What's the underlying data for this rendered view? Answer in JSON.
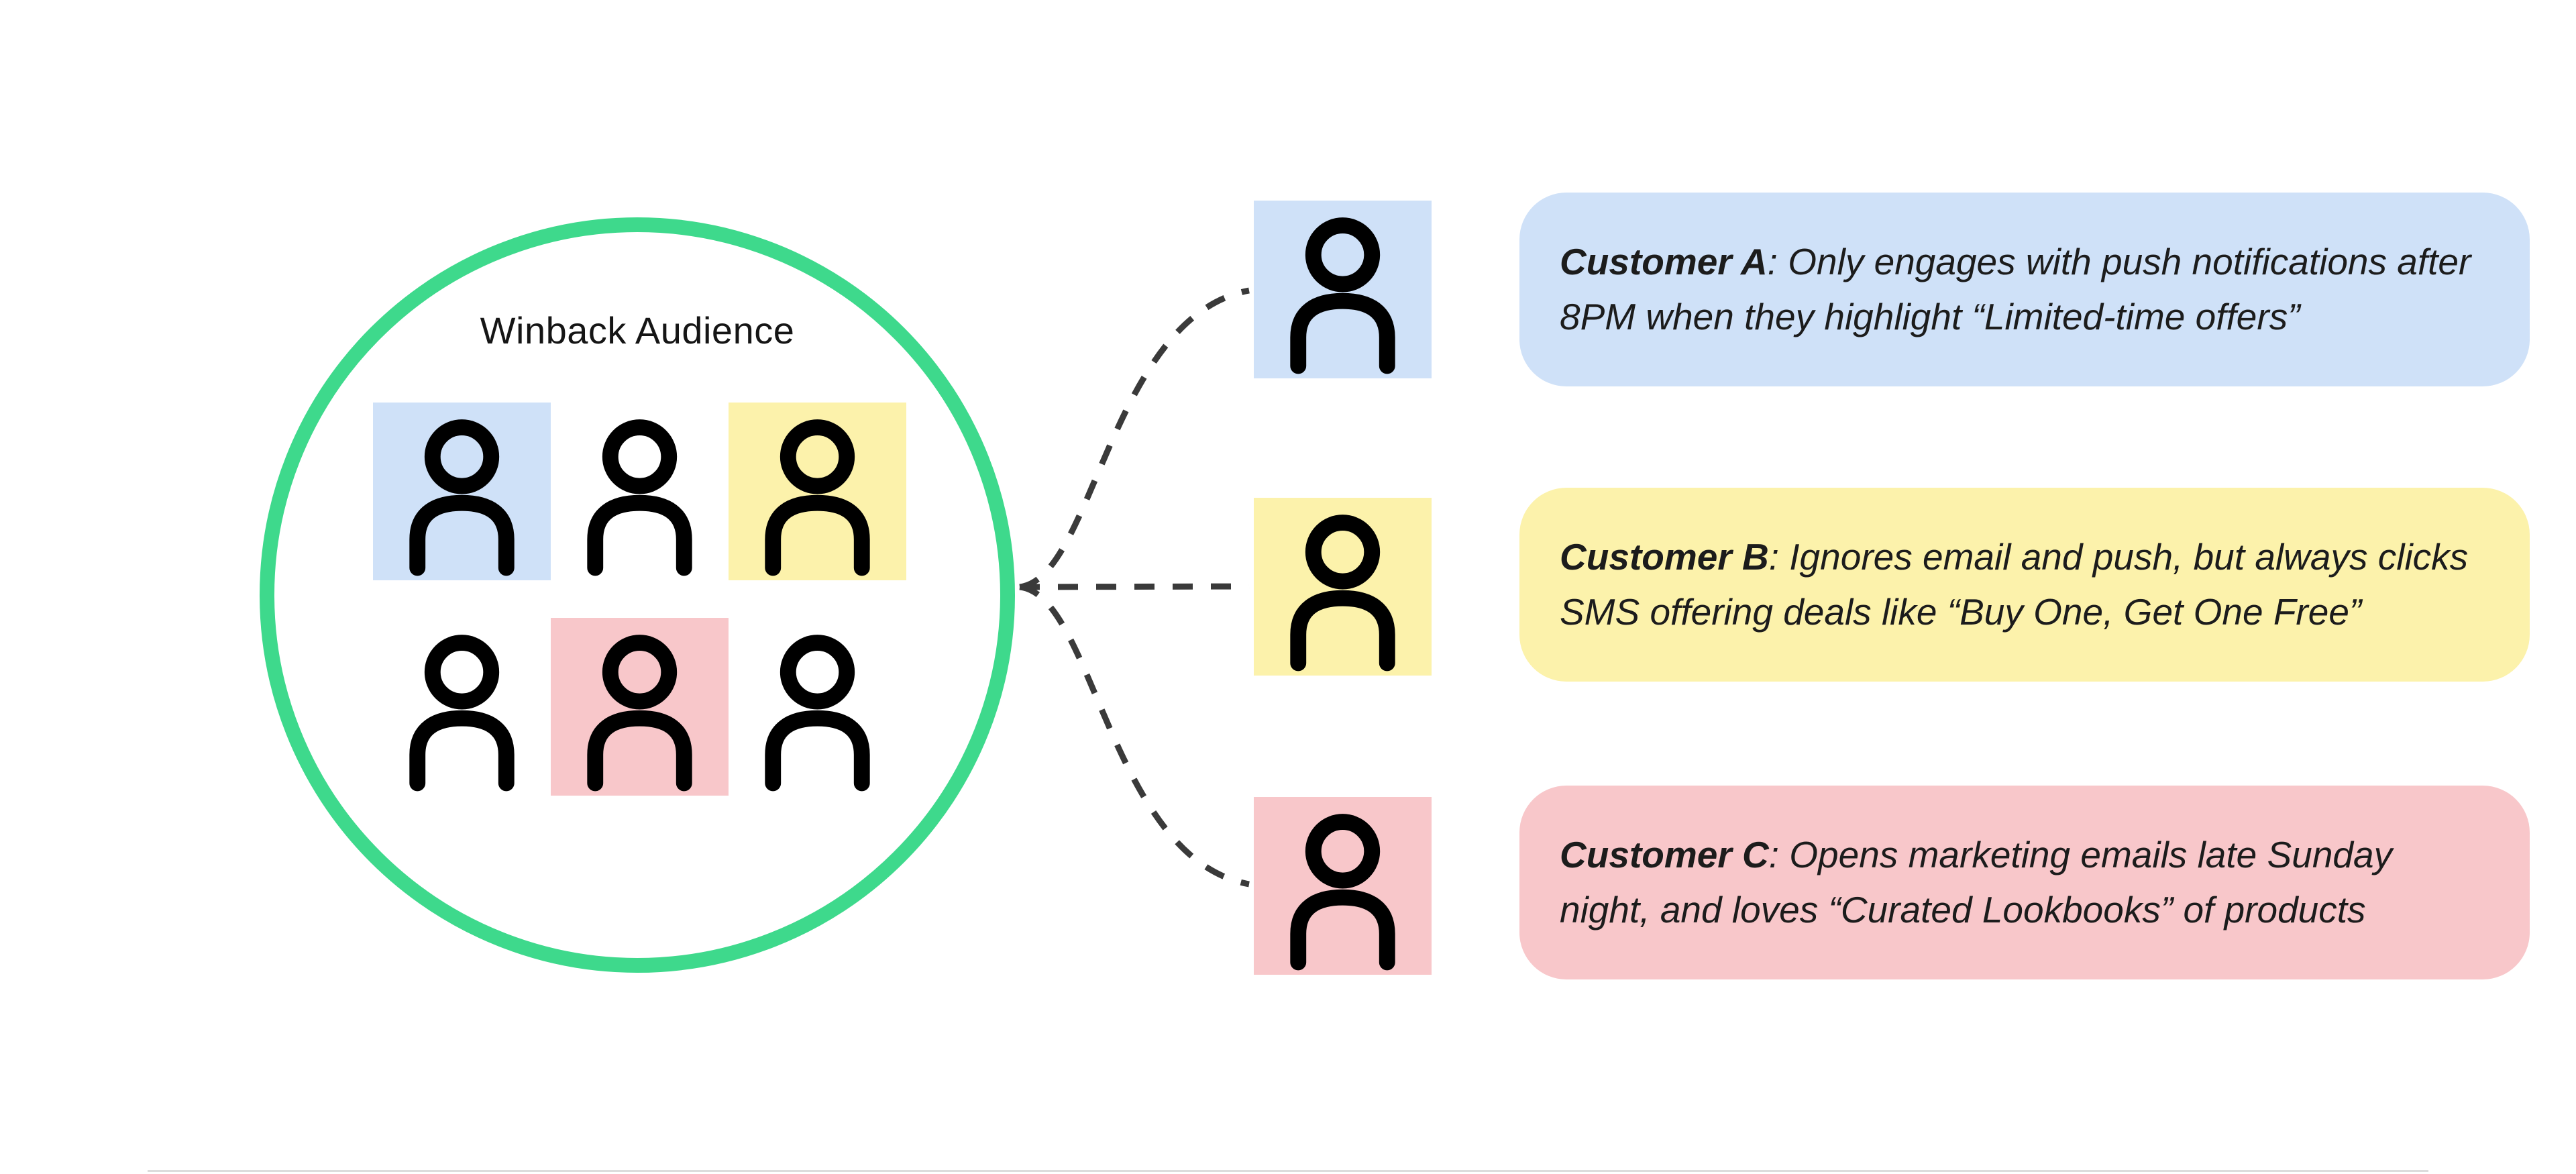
{
  "audience": {
    "label": "Winback Audience"
  },
  "customers": [
    {
      "id": "A",
      "name": "Customer A",
      "description": ": Only engages with push notifications after 8PM when they highlight “Limited-time offers”"
    },
    {
      "id": "B",
      "name": "Customer B",
      "description": ": Ignores email and push, but always clicks SMS offering deals like “Buy One, Get One Free”"
    },
    {
      "id": "C",
      "name": "Customer C",
      "description": ": Opens marketing emails late Sunday night, and loves “Curated Lookbooks” of products"
    }
  ],
  "colors": {
    "circle_green": "#3ed98c",
    "customer_a_blue": "#cfe1f8",
    "customer_b_yellow": "#fcf2ab",
    "customer_c_pink": "#f8c7ca",
    "connector_gray": "#3a3a3a"
  }
}
